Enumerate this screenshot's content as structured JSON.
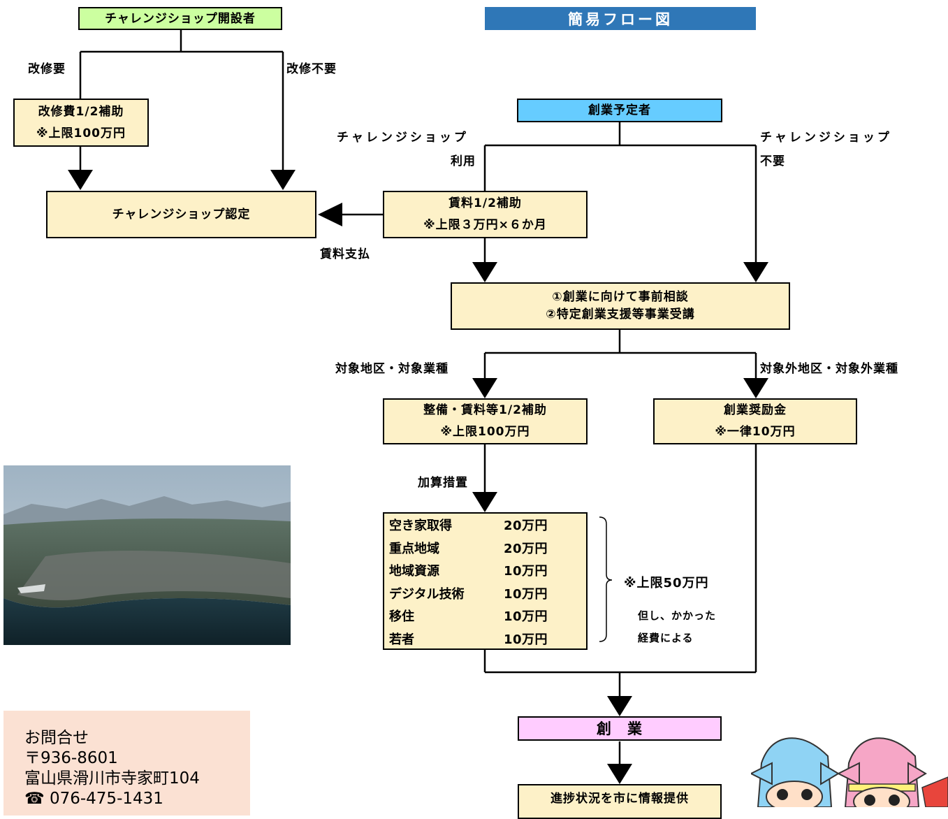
{
  "title": "簡易フロー図",
  "left_flow": {
    "opener": "チャレンジショップ開設者",
    "branch_renovation_needed": "改修要",
    "branch_renovation_not_needed": "改修不要",
    "renovation_subsidy_line1": "改修費1/2補助",
    "renovation_subsidy_line2": "※上限100万円",
    "certification": "チャレンジショップ認定",
    "rent_payment": "賃料支払"
  },
  "main_flow": {
    "start": "創業予定者",
    "branch_use_line1": "チャレンジショップ",
    "branch_use_line2": "利用",
    "branch_not_needed_line1": "チャレンジショップ",
    "branch_not_needed_line2": "不要",
    "rent_subsidy_line1": "賃料1/2補助",
    "rent_subsidy_line2": "※上限３万円×６か月",
    "consult_line1": "①創業に向けて事前相談",
    "consult_line2": "②特定創業支援等事業受講",
    "branch_target": "対象地区・対象業種",
    "branch_non_target": "対象外地区・対象外業種",
    "setup_subsidy_line1": "整備・賃料等1/2補助",
    "setup_subsidy_line2": "※上限100万円",
    "incentive_line1": "創業奨励金",
    "incentive_line2": "※一律10万円",
    "additional_measures": "加算措置",
    "bonus_items": [
      {
        "name": "空き家取得",
        "amount": "20万円"
      },
      {
        "name": "重点地域",
        "amount": "20万円"
      },
      {
        "name": "地域資源",
        "amount": "10万円"
      },
      {
        "name": "デジタル技術",
        "amount": "10万円"
      },
      {
        "name": "移住",
        "amount": "10万円"
      },
      {
        "name": "若者",
        "amount": "10万円"
      }
    ],
    "bonus_cap": "※上限50万円",
    "bonus_note_line1": "但し、かかった",
    "bonus_note_line2": "経費による",
    "founding": "創　業",
    "report": "進捗状況を市に情報提供"
  },
  "contact": {
    "heading": "お問合せ",
    "postal": "〒936-8601",
    "address": "富山県滑川市寺家町104",
    "phone": "076-475-1431",
    "phone_icon": "telephone-icon"
  },
  "colors": {
    "box_fill": "#fdf1c8",
    "title_bar": "#2f77b7",
    "opener_fill": "#ccffa0",
    "start_fill": "#66ccff",
    "founding_fill": "#ffccff",
    "contact_fill": "#fbe1d3"
  }
}
